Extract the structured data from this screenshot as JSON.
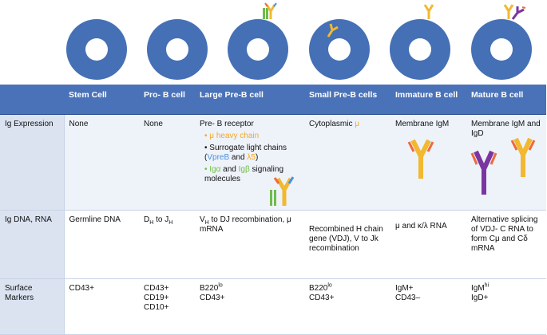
{
  "table": {
    "headers": [
      "",
      "Stem Cell",
      "Pro- B cell",
      "Large Pre-B cell",
      "Small Pre-B cells",
      "Immature B cell",
      "Mature B cell"
    ],
    "ig_expression": {
      "label": "Ig Expression",
      "stem": "None",
      "pro_b": "None",
      "large_pre_b": {
        "title": "Pre- B receptor",
        "heavy": "μ heavy chain",
        "surrogate_prefix": "Surrogate light chains (",
        "vpreb": "VpreB",
        "and": " and ",
        "lambda5": "λ5",
        "close": ")",
        "iga": "Igα",
        "and2": " and ",
        "igb": "Igβ",
        "signaling": " signaling molecules"
      },
      "small_pre_b_text": "Cytoplasmic ",
      "small_pre_b_mu": "μ",
      "immature": "Membrane IgM",
      "mature": "Membrane IgM and IgD"
    },
    "ig_dna": {
      "label": "Ig DNA, RNA",
      "stem": "Germline DNA",
      "pro_b_d": "D",
      "pro_b_h1": "H",
      "pro_b_to": " to J",
      "pro_b_h2": "H",
      "large_v": "V",
      "large_h": "H",
      "large_rest": " to DJ recombination, μ mRNA",
      "small": "Recombined H chain gene (VDJ), V to Jk recombination",
      "immature": "μ and κ/λ RNA",
      "mature": "Alternative splicing of VDJ- C RNA to form Cμ and Cδ mRNA"
    },
    "surface": {
      "label": "Surface Markers",
      "stem": "CD43+",
      "pro_b": [
        "CD43+",
        "CD19+",
        "CD10+"
      ],
      "large_b220": "B220",
      "large_lo": "lo",
      "large_cd43": "CD43+",
      "small_b220": "B220",
      "small_lo": "lo",
      "small_cd43": "CD43+",
      "immature": [
        "IgM+",
        "CD43–"
      ],
      "mature_igm": "IgM",
      "mature_hi": "hi",
      "mature_igd": "IgD+"
    }
  },
  "colors": {
    "cell": "#4570b5",
    "header": "#4a72b8",
    "heavy_chain": "#f2b830",
    "light_chain": "#ef6a3a",
    "vpreb": "#4a90e2",
    "lambda5": "#6fbd4a",
    "igd": "#7a35a0"
  }
}
